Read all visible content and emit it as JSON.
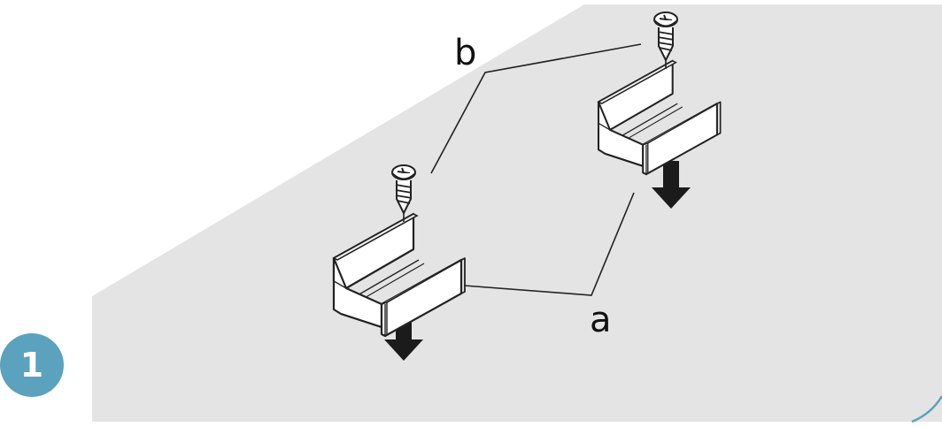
{
  "step": {
    "number": "1"
  },
  "callouts": {
    "a": "a",
    "b": "b"
  },
  "parts": [
    {
      "name": "mounting clip",
      "callout": "a"
    },
    {
      "name": "screw",
      "callout": "b"
    }
  ],
  "colors": {
    "mounting_surface": "#e4e4e4",
    "accent": "#5aa2be",
    "outline": "#222222",
    "part_fill": "#ffffff"
  },
  "icons": [
    "screw-icon",
    "mounting-clip-icon",
    "down-arrow-icon"
  ]
}
